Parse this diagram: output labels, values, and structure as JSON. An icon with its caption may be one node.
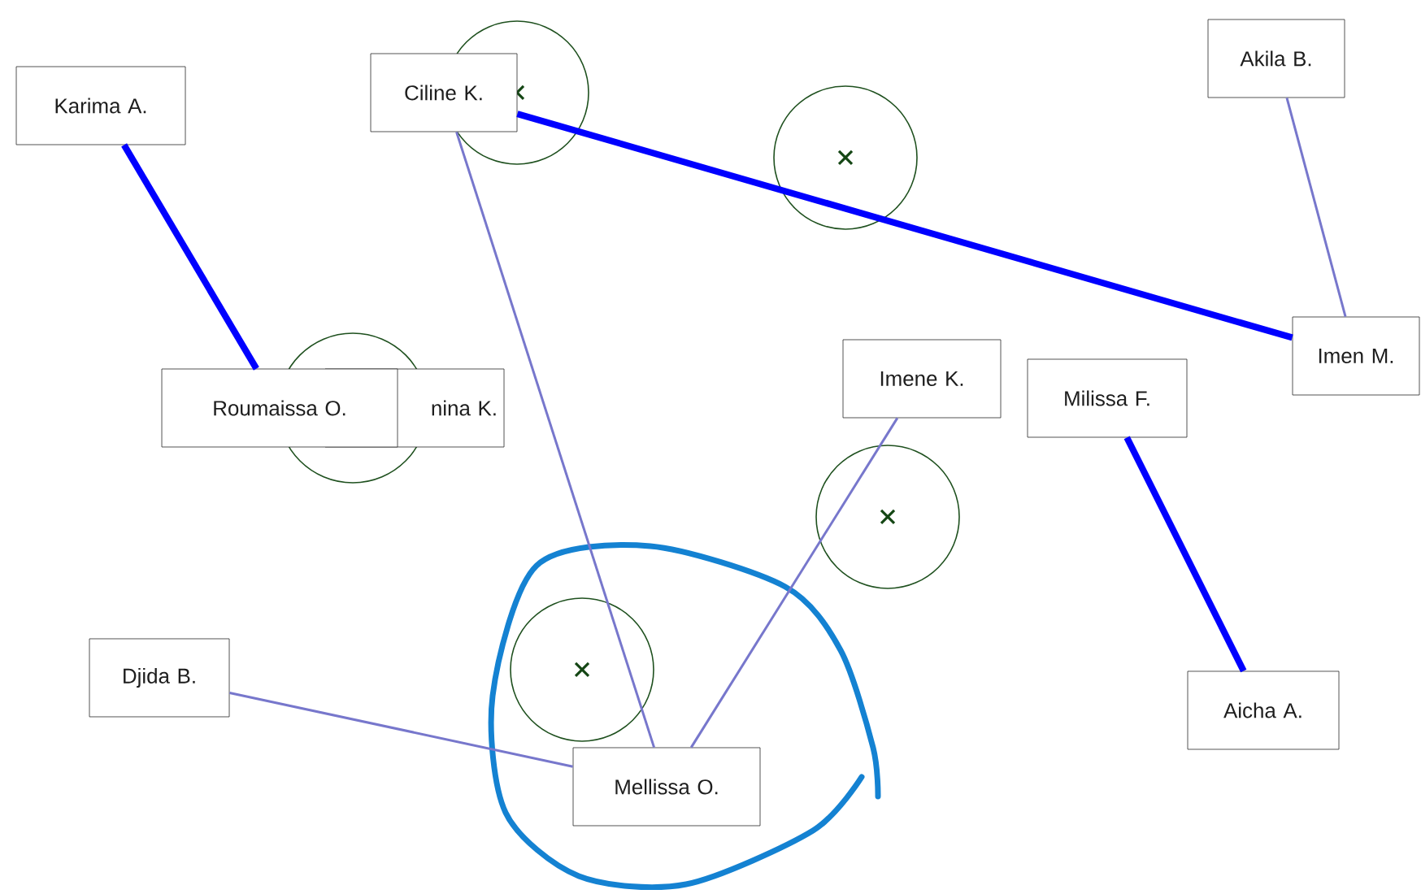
{
  "diagram": {
    "nodes": [
      {
        "text": [
          "Karima A."
        ]
      },
      {
        "text": [
          "Ciline K."
        ]
      },
      {
        "text": [
          "Akila B."
        ]
      },
      {
        "text": [
          "Roumaissa O."
        ]
      },
      {
        "text": [
          "nina K."
        ]
      },
      {
        "text": [
          "Imen M."
        ]
      },
      {
        "text": [
          "Imene K."
        ]
      },
      {
        "text": [
          "Milissa F."
        ]
      },
      {
        "text": [
          "Djida B."
        ]
      },
      {
        "text": [
          "Mellissa O."
        ]
      },
      {
        "text": [
          "Aicha A."
        ]
      }
    ],
    "edges": [
      {
        "from": 0,
        "to": 3,
        "arrow": "none",
        "style": "thick",
        "color": "#0000ff"
      },
      {
        "from": 1,
        "to": 5,
        "arrow": "none",
        "style": "thick",
        "color": "#0000ff"
      },
      {
        "from": 2,
        "to": 5,
        "arrow": "none",
        "color": "#7777cc"
      },
      {
        "from": 1,
        "to": 9,
        "arrow": "none",
        "color": "#7777cc"
      },
      {
        "from": 6,
        "to": 9,
        "arrow": "none",
        "color": "#7777cc"
      },
      {
        "from": 8,
        "to": 9,
        "arrow": "none",
        "color": "#7777cc"
      },
      {
        "from": 7,
        "to": 10,
        "arrow": "none",
        "style": "thick",
        "color": "#0000ff"
      }
    ]
  }
}
